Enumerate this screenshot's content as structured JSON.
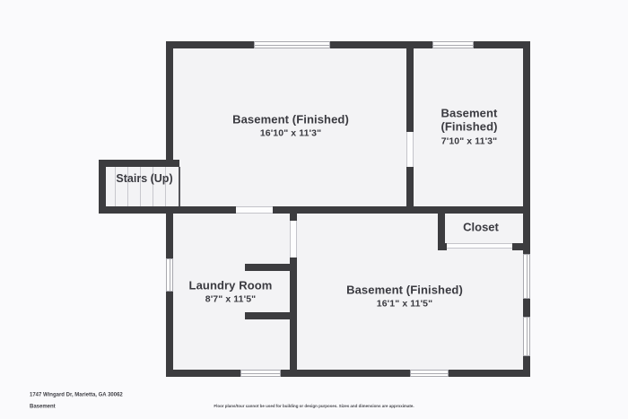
{
  "colors": {
    "wall": "#3c3c3f",
    "room_fill": "#f3f3f5",
    "background": "#fafafc",
    "text": "#3a3a40"
  },
  "rooms": {
    "upper_left": {
      "name": "Basement (Finished)",
      "dims": "16'10\" x 11'3\""
    },
    "upper_right": {
      "name": "Basement (Finished)",
      "dims": "7'10\" x 11'3\""
    },
    "closet": {
      "name": "Closet"
    },
    "laundry": {
      "name": "Laundry Room",
      "dims": "8'7\" x 11'5\""
    },
    "lower": {
      "name": "Basement (Finished)",
      "dims": "16'1\" x 11'5\""
    },
    "stairs": {
      "name": "Stairs (Up)"
    }
  },
  "footer": {
    "address": "1747 Wingard Dr, Marietta, GA 30062",
    "floor": "Basement",
    "disclaimer": "Floor plans/tour cannot be used for building or design purposes. Sizes and dimensions are approximate."
  }
}
